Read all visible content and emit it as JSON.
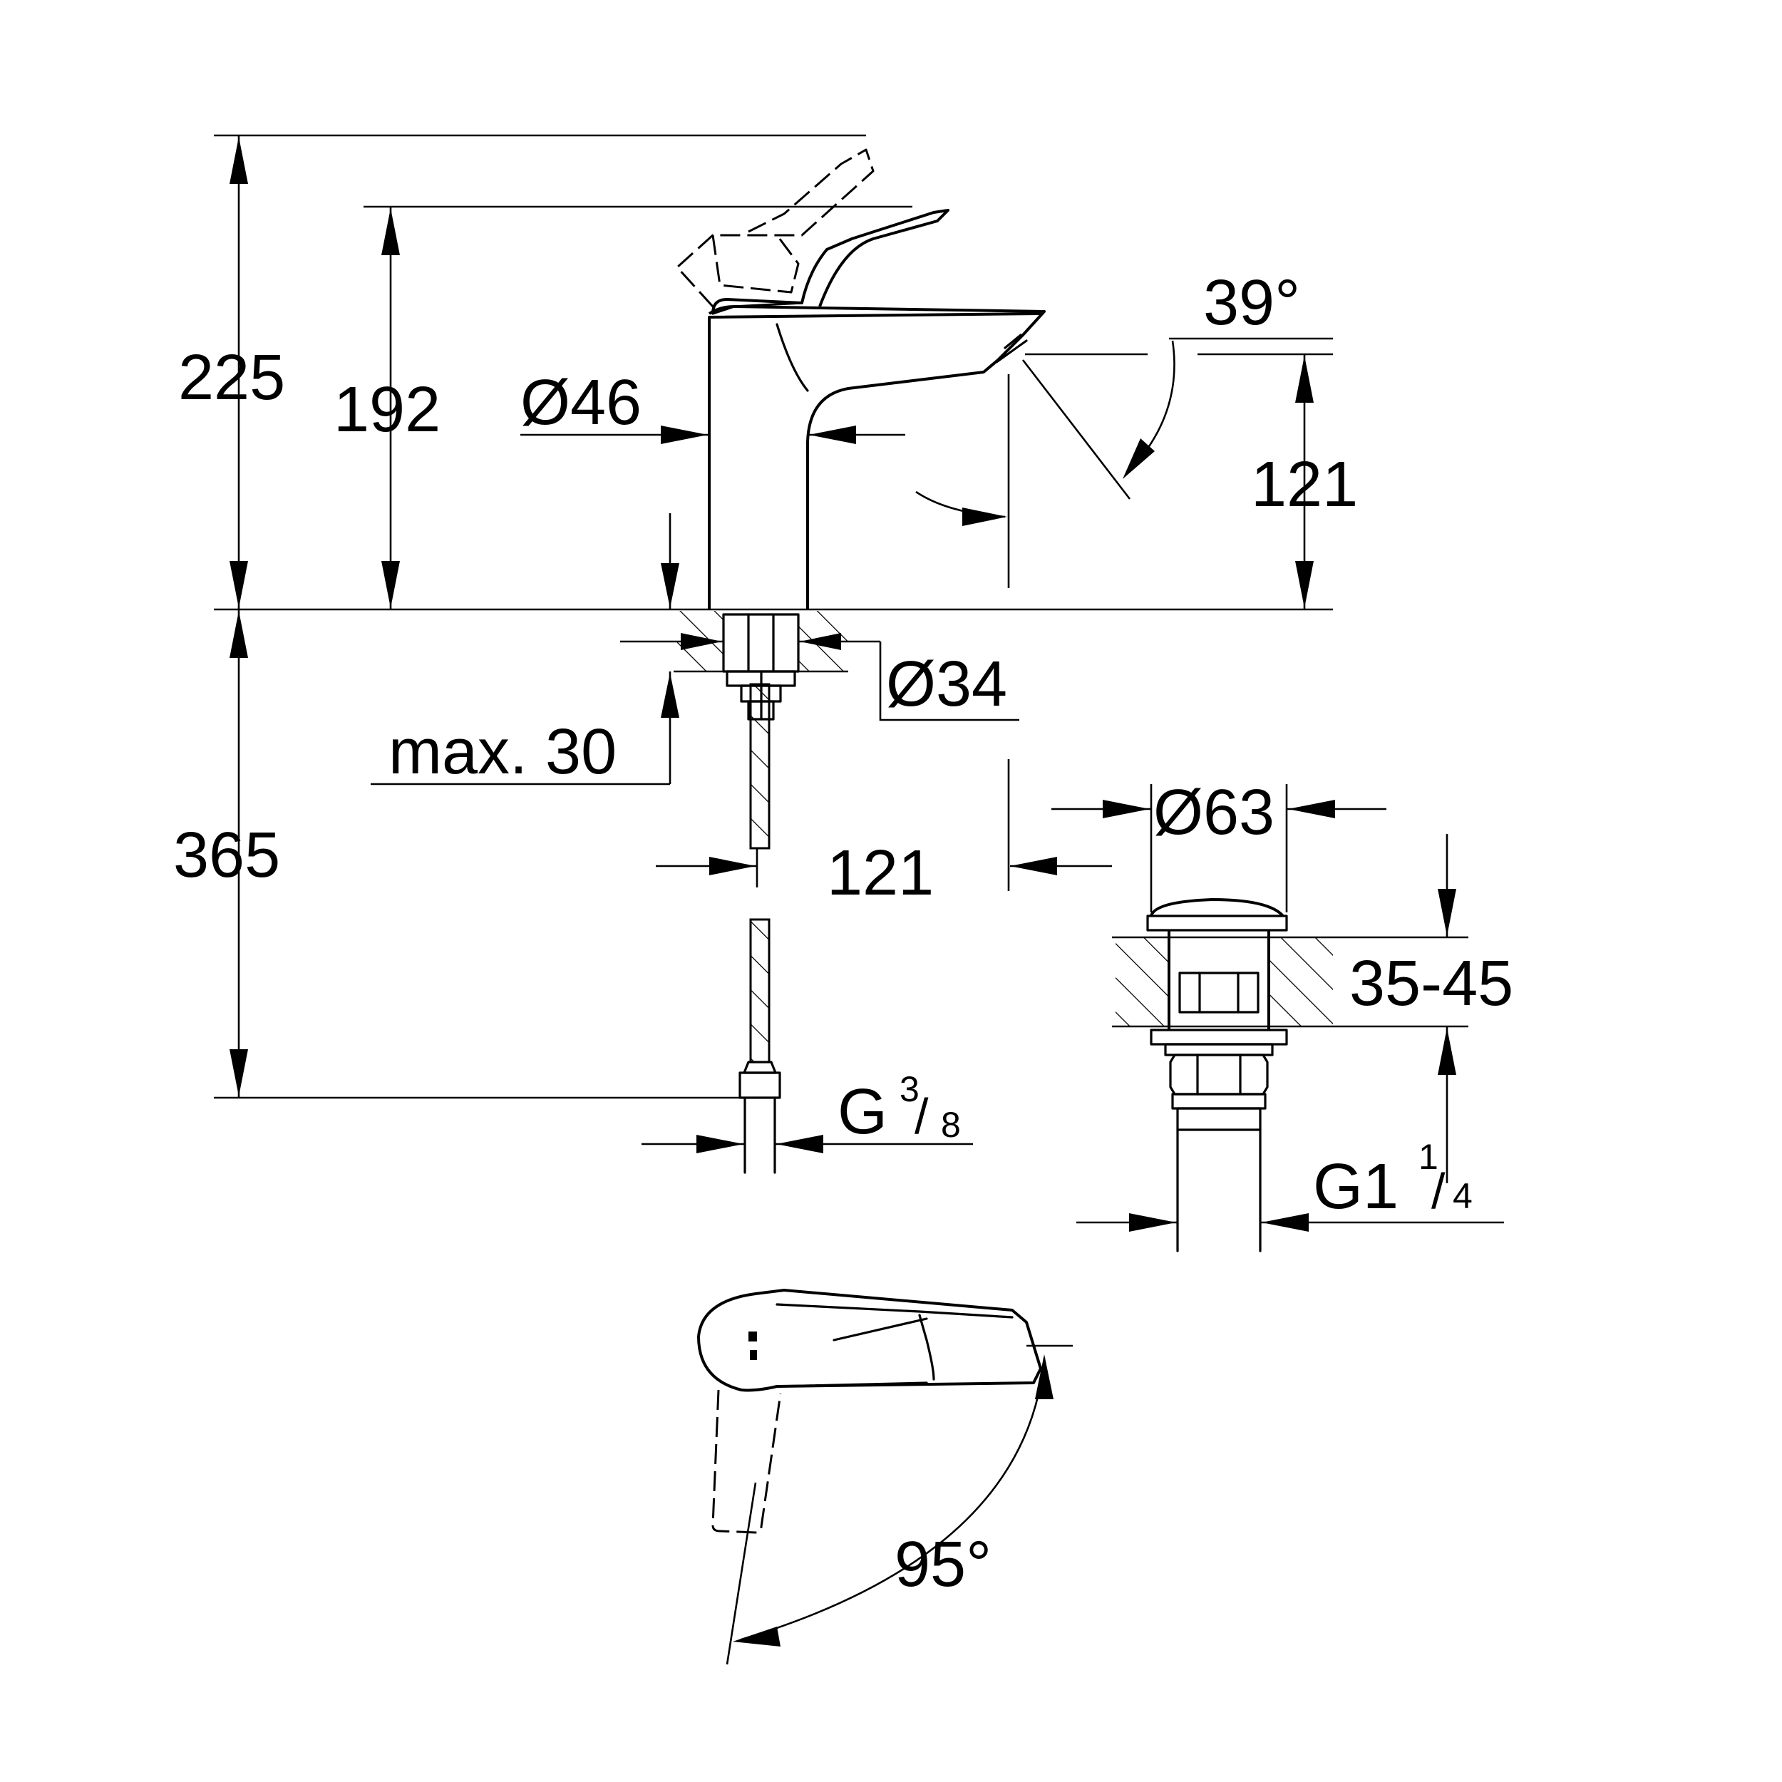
{
  "dimensions": {
    "height_total": "225",
    "height_spout": "192",
    "body_diameter": "Ø46",
    "lever_angle": "39°",
    "spout_height": "121",
    "hole_diameter": "Ø34",
    "max_thickness": "max. 30",
    "below_height": "365",
    "spout_reach": "121",
    "waste_diameter": "Ø63",
    "waste_thread_range": "35-45",
    "hose_thread_g": "G",
    "hose_thread_num": "3",
    "hose_thread_den": "8",
    "waste_thread_g": "G1",
    "waste_thread_num": "1",
    "waste_thread_den": "4",
    "swivel_angle": "95°"
  }
}
